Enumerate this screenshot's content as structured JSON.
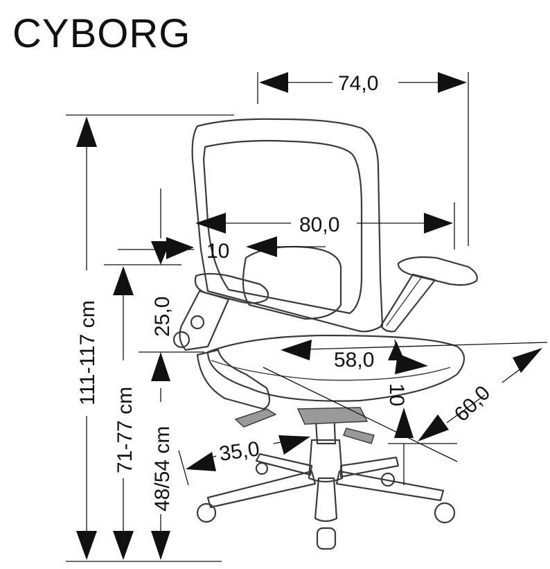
{
  "title": "CYBORG",
  "dimensions": {
    "width": "74,0",
    "armrest_span": "80,0",
    "armrest_offset": "10",
    "armrest_height": "25,0",
    "total_height": "111-117 cm",
    "armrest_floor_height": "71-77 cm",
    "seat_height": "48/54 cm",
    "seat_width": "58,0",
    "seat_thickness": "10",
    "seat_depth": "60,0",
    "base_radius": "35,0"
  }
}
